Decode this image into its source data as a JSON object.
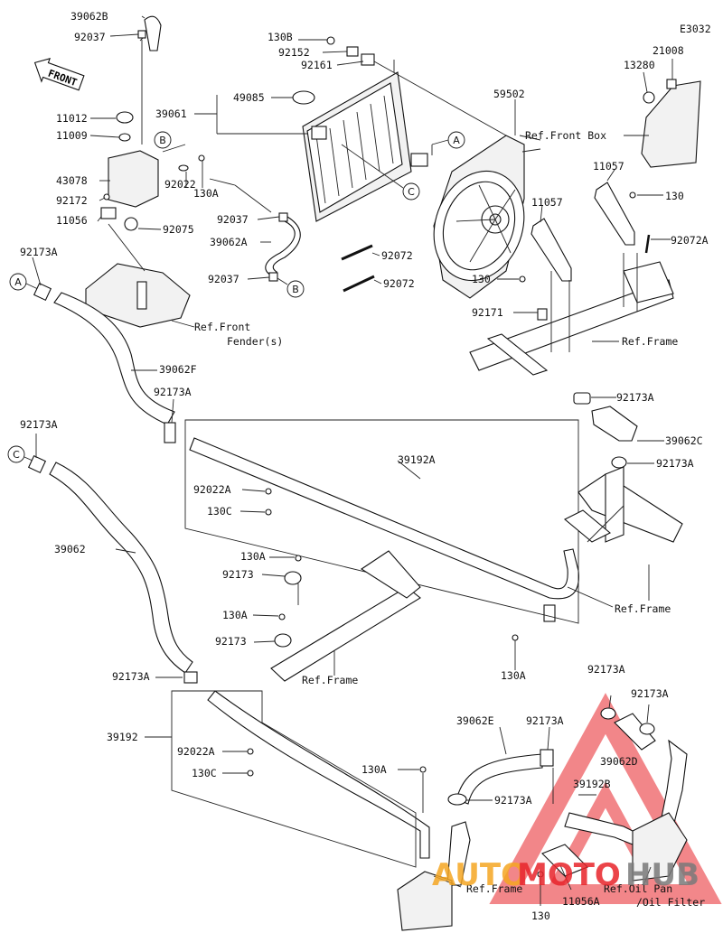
{
  "diagram": {
    "header_code": "E3032",
    "front_arrow_text": "FRONT",
    "callouts": {
      "p39062B": "39062B",
      "p92037_top": "92037",
      "p11012": "11012",
      "p11009": "11009",
      "p43078": "43078",
      "p92172": "92172",
      "p11056": "11056",
      "p92022": "92022",
      "p130A_tank": "130A",
      "p92075": "92075",
      "p92173A_a": "92173A",
      "p130B": "130B",
      "p92152": "92152",
      "p92161": "92161",
      "p49085": "49085",
      "p39061": "39061",
      "p92037_mid": "92037",
      "p39062A": "39062A",
      "p92037_low": "92037",
      "p92072_a": "92072",
      "p92072_b": "92072",
      "p59502": "59502",
      "ref_front_box": "Ref.Front Box",
      "p21008": "21008",
      "p13280": "13280",
      "p11057_a": "11057",
      "p11057_b": "11057",
      "p130_fan": "130",
      "p130_frame": "130",
      "p92072A": "92072A",
      "p92171": "92171",
      "ref_frame_top": "Ref.Frame",
      "ref_front_fender": "Ref.Front",
      "ref_front_fender2": "Fender(s)",
      "p39062F": "39062F",
      "p92173A_b": "92173A",
      "p92173A_c": "92173A",
      "p39192A": "39192A",
      "p92173A_d": "92173A",
      "p39062C": "39062C",
      "p92173A_e": "92173A",
      "p92022A_a": "92022A",
      "p130C_a": "130C",
      "p39062": "39062",
      "p130A_b": "130A",
      "p92173_a": "92173",
      "p130A_c": "130A",
      "p92173_b": "92173",
      "ref_frame_mid": "Ref.Frame",
      "ref_frame_right": "Ref.Frame",
      "p130A_d": "130A",
      "p92173A_f": "92173A",
      "p39192": "39192",
      "p92022A_b": "92022A",
      "p130C_b": "130C",
      "p130A_e": "130A",
      "p39062E": "39062E",
      "p92173A_g": "92173A",
      "p92173A_h": "92173A",
      "p92173A_i": "92173A",
      "p39062D": "39062D",
      "p92173A_j": "92173A",
      "p39192B": "39192B",
      "ref_frame_bottom": "Ref.Frame",
      "p130_bottom": "130",
      "p11056A": "11056A",
      "ref_oil_pan": "Ref.Oil Pan",
      "ref_oil_filter": "/Oil Filter"
    },
    "bubbles": {
      "A": "A",
      "B": "B",
      "C": "C"
    }
  },
  "watermark": {
    "part1": "AUTO",
    "part2": "MOTO",
    "part3": "HUB",
    "color_red": "#e8242a",
    "color_orange": "#f5a623",
    "color_gray": "#7a7a7a"
  }
}
